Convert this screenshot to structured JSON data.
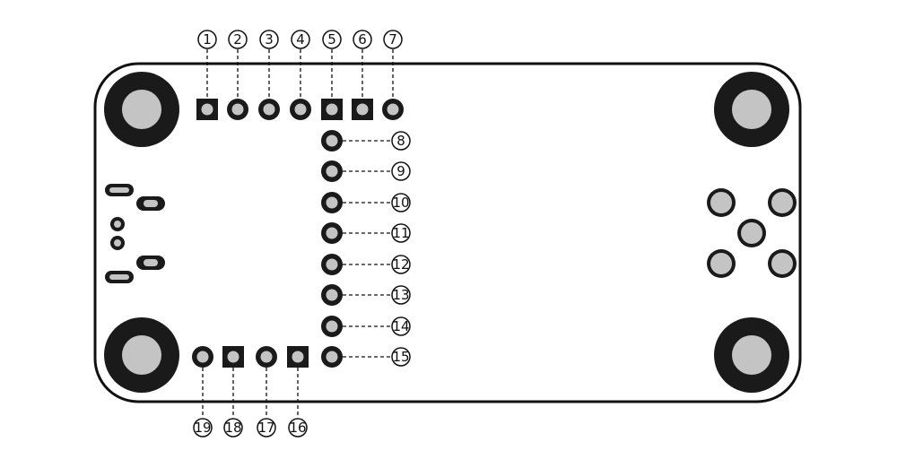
{
  "colors": {
    "outline": "#111111",
    "drill": "#c4c4c4",
    "pad_ring": "#1a1a1a",
    "background": "#ffffff"
  },
  "pins": {
    "top_row": [
      {
        "label": "1",
        "shape": "square"
      },
      {
        "label": "2",
        "shape": "round"
      },
      {
        "label": "3",
        "shape": "round"
      },
      {
        "label": "4",
        "shape": "round"
      },
      {
        "label": "5",
        "shape": "square"
      },
      {
        "label": "6",
        "shape": "square"
      },
      {
        "label": "7",
        "shape": "round"
      }
    ],
    "right_column": [
      {
        "label": "8",
        "shape": "round"
      },
      {
        "label": "9",
        "shape": "round"
      },
      {
        "label": "10",
        "shape": "round"
      },
      {
        "label": "11",
        "shape": "round"
      },
      {
        "label": "12",
        "shape": "round"
      },
      {
        "label": "13",
        "shape": "round"
      },
      {
        "label": "14",
        "shape": "round"
      },
      {
        "label": "15",
        "shape": "round"
      }
    ],
    "bottom_row": [
      {
        "label": "19",
        "shape": "round"
      },
      {
        "label": "18",
        "shape": "square"
      },
      {
        "label": "17",
        "shape": "round"
      },
      {
        "label": "16",
        "shape": "square"
      }
    ]
  }
}
